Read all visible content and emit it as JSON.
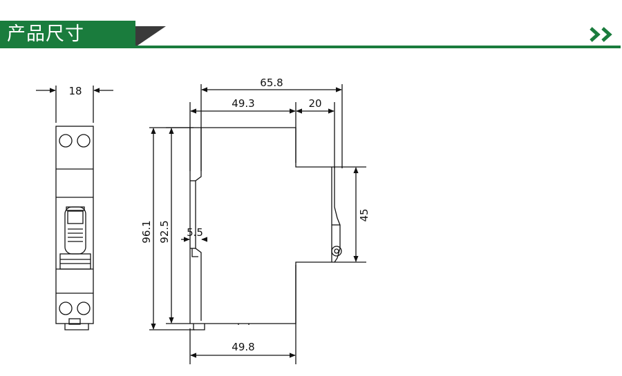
{
  "header": {
    "title": "产品尺寸",
    "accent_color": "#1a7c3d",
    "nav_icon": "double-chevron-right-icon"
  },
  "dimensions": {
    "front_width": "18",
    "overall_depth": "65.8",
    "body_depth": "49.3",
    "front_depth": "20",
    "overall_height": "96.1",
    "body_height": "92.5",
    "rail_offset": "5.5",
    "front_height": "45",
    "base_depth": "49.8"
  }
}
